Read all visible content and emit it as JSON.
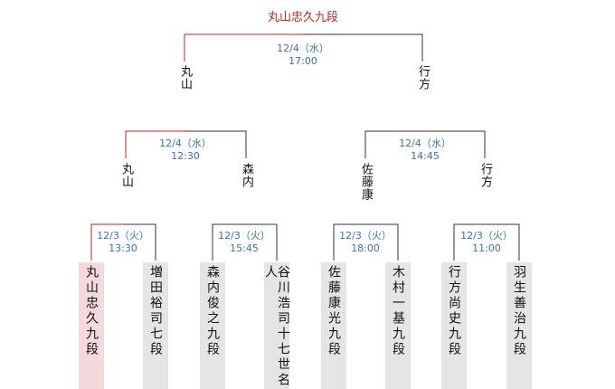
{
  "bracket": {
    "champion": "丸山忠久九段",
    "final": {
      "date": "12/4（水）",
      "time": "17:00",
      "left": "丸山",
      "right": "行方"
    },
    "semifinals": [
      {
        "date": "12/4（水）",
        "time": "12:30",
        "left": "丸山",
        "right": "森内"
      },
      {
        "date": "12/4（水）",
        "time": "14:45",
        "left": "佐藤康",
        "right": "行方"
      }
    ],
    "quarterfinals": [
      {
        "date": "12/3（火）",
        "time": "13:30"
      },
      {
        "date": "12/3（火）",
        "time": "15:45"
      },
      {
        "date": "12/3（火）",
        "time": "18:00"
      },
      {
        "date": "12/3（火）",
        "time": "11:00"
      }
    ],
    "players": [
      {
        "name": "丸山忠久九段",
        "winner": true
      },
      {
        "name": "増田裕司七段",
        "winner": false
      },
      {
        "name": "森内俊之九段",
        "winner": false
      },
      {
        "name": "谷川浩司十七世名人",
        "winner": false
      },
      {
        "name": "佐藤康光九段",
        "winner": false
      },
      {
        "name": "木村一基九段",
        "winner": false
      },
      {
        "name": "行方尚史九段",
        "winner": false
      },
      {
        "name": "羽生善治九段",
        "winner": false
      }
    ],
    "colors": {
      "winner_line": "#cc2222",
      "line": "#333333",
      "time_text": "#3a74b3",
      "winner_bg": "#f6d9dc",
      "player_bg": "#e5e5e5"
    }
  }
}
